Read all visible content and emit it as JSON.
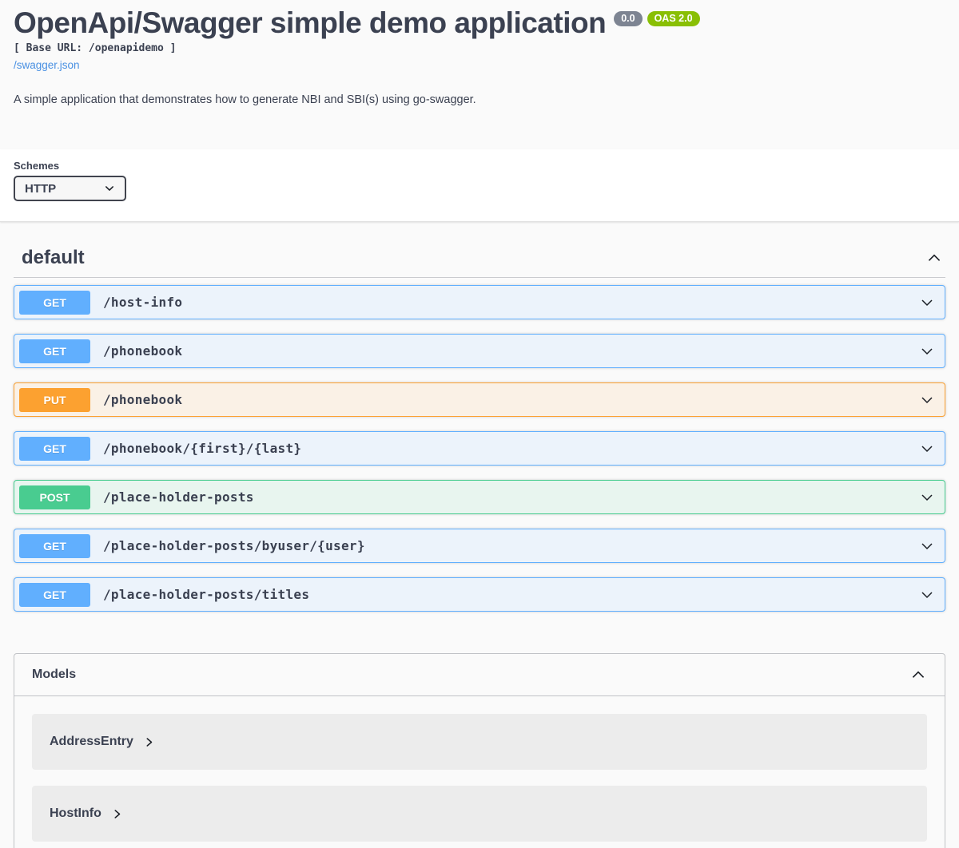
{
  "header": {
    "title": "OpenApi/Swagger simple demo application",
    "version_badge": "0.0",
    "oas_badge": "OAS 2.0",
    "base_url": "[ Base URL: /openapidemo ]",
    "spec_link": "/swagger.json",
    "description": "A simple application that demonstrates how to generate NBI and SBI(s) using go-swagger."
  },
  "schemes": {
    "label": "Schemes",
    "selected": "HTTP"
  },
  "api": {
    "section_title": "default",
    "operations": [
      {
        "method": "GET",
        "path": "/host-info"
      },
      {
        "method": "GET",
        "path": "/phonebook"
      },
      {
        "method": "PUT",
        "path": "/phonebook"
      },
      {
        "method": "GET",
        "path": "/phonebook/{first}/{last}"
      },
      {
        "method": "POST",
        "path": "/place-holder-posts"
      },
      {
        "method": "GET",
        "path": "/place-holder-posts/byuser/{user}"
      },
      {
        "method": "GET",
        "path": "/place-holder-posts/titles"
      }
    ]
  },
  "models": {
    "title": "Models",
    "items": [
      {
        "name": "AddressEntry"
      },
      {
        "name": "HostInfo"
      }
    ]
  },
  "colors": {
    "get": "#61affe",
    "get_bg": "#ecf3fb",
    "post": "#49cc90",
    "post_bg": "#e8f5ef",
    "put": "#fca130",
    "put_bg": "#faf1e6",
    "version_badge": "#7d8492",
    "oas_badge": "#89bf04",
    "link": "#4990e2",
    "text": "#3b4151"
  }
}
